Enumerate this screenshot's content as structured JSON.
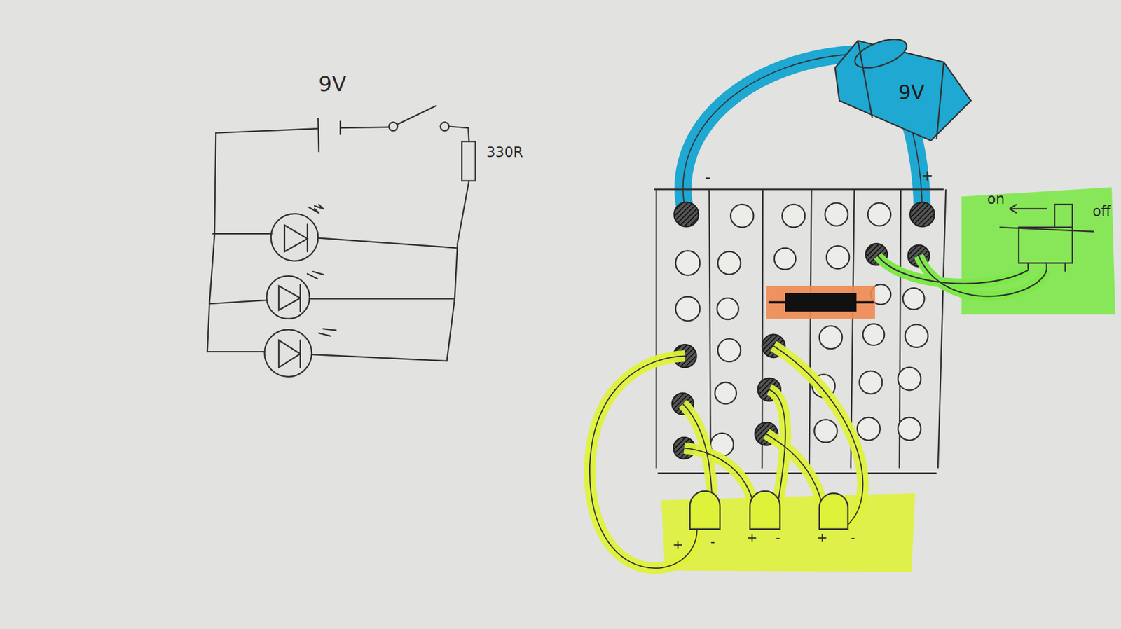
{
  "diagram": {
    "nodes": [
      {
        "text": [
          "9V"
        ]
      }
    ],
    "labels": [
      "9V",
      "330R",
      "-",
      "+",
      "on",
      "off",
      "+",
      "-",
      "+",
      "-",
      "+",
      "-"
    ]
  }
}
